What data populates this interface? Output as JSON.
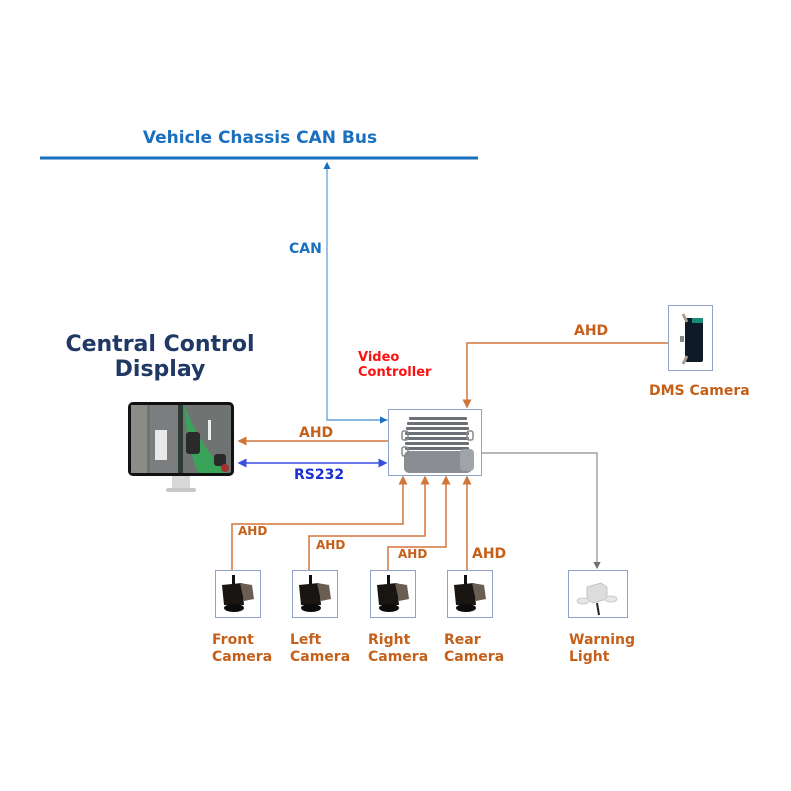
{
  "diagram": {
    "bus_title": "Vehicle Chassis CAN Bus",
    "can_label": "CAN",
    "display": {
      "title_line1": "Central Control",
      "title_line2": "Display"
    },
    "controller": {
      "label_line1": "Video",
      "label_line2": "Controller"
    },
    "links": {
      "display_ahd": "AHD",
      "display_rs232": "RS232",
      "dms_ahd": "AHD",
      "front_ahd": "AHD",
      "left_ahd": "AHD",
      "right_ahd": "AHD",
      "rear_ahd": "AHD"
    },
    "devices": {
      "dms": {
        "label": "DMS Camera"
      },
      "front": {
        "line1": "Front",
        "line2": "Camera"
      },
      "left": {
        "line1": "Left",
        "line2": "Camera"
      },
      "right": {
        "line1": "Right",
        "line2": "Camera"
      },
      "rear": {
        "line1": "Rear",
        "line2": "Camera"
      },
      "warning": {
        "line1": "Warning",
        "line2": "Light"
      }
    },
    "colors": {
      "can": "#1a6fbf",
      "ahd": "#d2753a",
      "rs232": "#3a4fe0",
      "output": "#8c8c8c",
      "title_dark": "#1f3864",
      "controller_label": "#ff1010"
    }
  }
}
